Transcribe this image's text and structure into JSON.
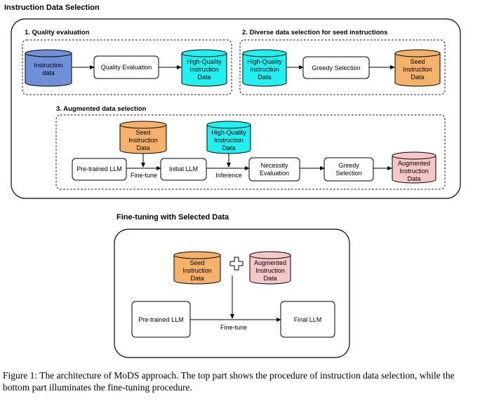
{
  "top_title": "Instruction Data Selection",
  "bottom_title": "Fine-tuning with Selected Data",
  "stage1": {
    "title": "1. Quality evaluation",
    "instruction_data": [
      "Instruction",
      "data"
    ],
    "quality_eval": "Quality Evaluation",
    "hq_data": [
      "High-Quality",
      "Instruction",
      "Data"
    ]
  },
  "stage2": {
    "title": "2. Diverse data selection for seed instructions",
    "hq_data": [
      "High-Quality",
      "Instruction",
      "Data"
    ],
    "greedy": "Greedy Selection",
    "seed": [
      "Seed",
      "Instruction",
      "Data"
    ]
  },
  "stage3": {
    "title": "3. Augmented data selection",
    "seed": [
      "Seed",
      "Instruction",
      "Data"
    ],
    "hq_data": [
      "High-Quality",
      "Instruction",
      "Data"
    ],
    "pretrained": "Pre-trained LLM",
    "finetune": "Fine-tune",
    "initial": "Initial LLM",
    "inference": "Inference",
    "necessity": [
      "Necessity",
      "Evaluation"
    ],
    "greedy": [
      "Greedy",
      "Selection"
    ],
    "augmented": [
      "Augmented",
      "Instruction",
      "Data"
    ]
  },
  "finetuning": {
    "seed": [
      "Seed",
      "Instruction",
      "Data"
    ],
    "augmented": [
      "Augmented",
      "Instruction",
      "Data"
    ],
    "pretrained": "Pre-trained LLM",
    "finetune": "Fine-tune",
    "final": "Final LLM"
  },
  "caption": "Figure 1: The architecture of MoDS approach. The top part shows the procedure of instruction data selection, while the bottom part illuminates the fine-tuning procedure.",
  "colors": {
    "blue_db": "#6f8fd6",
    "cyan_db": "#22f0f0",
    "orange_db": "#f5b06a",
    "pink_db": "#f7c6c6"
  }
}
